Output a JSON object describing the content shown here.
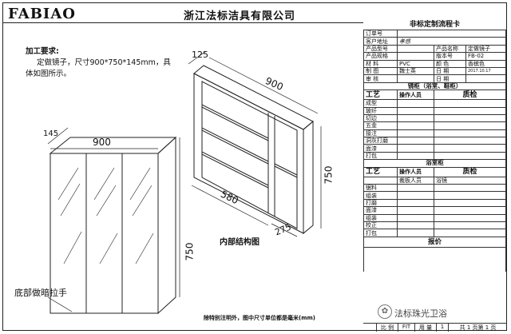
{
  "header": {
    "logo": "FABIAO",
    "company": "浙江法标洁具有限公司"
  },
  "requirements": {
    "title": "加工要求:",
    "line1": "定做镜子，尺寸900*750*145mm，具",
    "line2": "体如图所示。"
  },
  "drawing": {
    "front": {
      "depth": "145",
      "width": "900",
      "height": "750",
      "handle_note": "底部做暗拉手"
    },
    "inner": {
      "depth": "125",
      "width": "900",
      "height": "750",
      "shelf_width": "580",
      "side_width": "275",
      "caption": "内部结构图"
    },
    "note": "除特别注明外，图中尺寸单位都是毫米(mm)"
  },
  "watermark": "法标珠光卫浴",
  "card": {
    "title": "非标定制流程卡",
    "order_label": "订单号",
    "client_label": "客户地址",
    "client_value": "孝感",
    "model_label": "产品型号",
    "name_label": "产品名称",
    "name_value": "定做镜子",
    "spec_label": "产品规格",
    "version_label": "版本号",
    "version_value": "FB-02",
    "material_label": "材  料",
    "material_value": "PVC",
    "color_label": "颜  色",
    "color_value": "香槟色",
    "maker_label": "制  图",
    "maker_value": "魏士英",
    "date_label": "日  期",
    "date_value": "2017.10.17",
    "review_label": "审  核",
    "date2_label": "日  期",
    "sec1": "镜柜（浴室、鞋柜）",
    "process_label": "工艺",
    "operator_label": "操作人员",
    "qc_label": "质检",
    "sec1_rows": [
      "成型",
      "玻纤",
      "切边",
      "五金",
      "接注",
      "洞灰打磨",
      "面漆",
      "打包"
    ],
    "sec2": "浴室柜",
    "sec2_sub1": "裁板人员",
    "sec2_sub2": "浴镜",
    "sec2_rows": [
      "锯料",
      "组装",
      "打磨",
      "面漆",
      "组装",
      "校正",
      "打包"
    ],
    "quote_label": "报价",
    "footer": [
      "比  例",
      "FIT",
      "用  量",
      "1",
      "共 1 页第 1 页"
    ]
  }
}
